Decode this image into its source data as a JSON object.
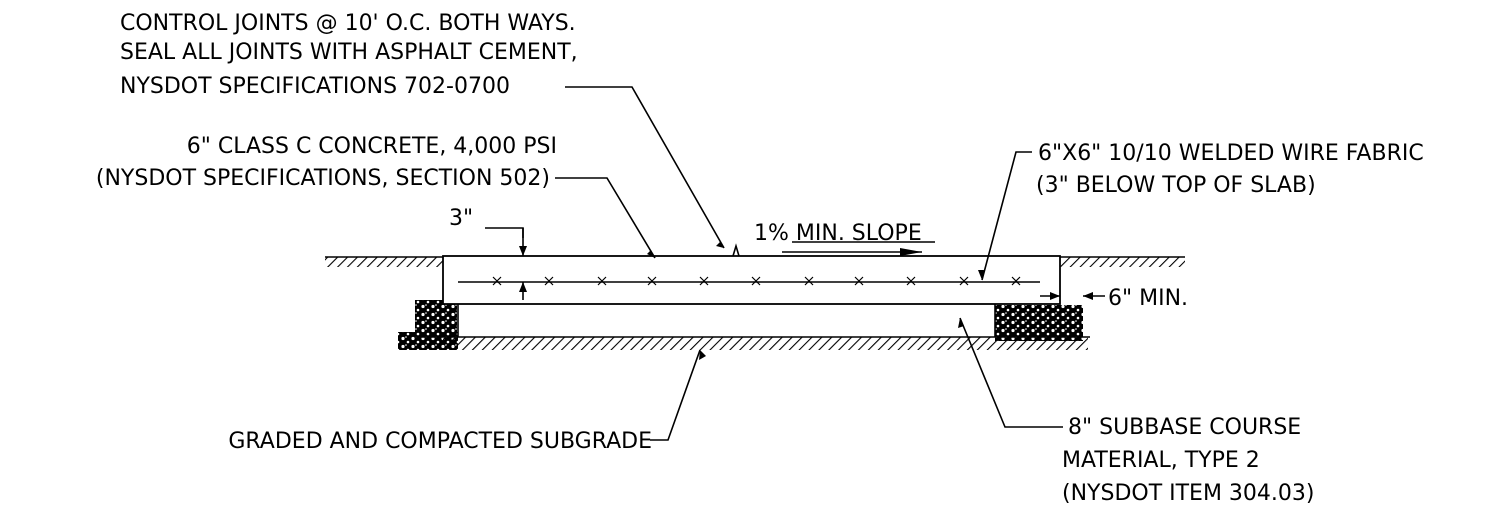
{
  "notes": {
    "control_joints": [
      "CONTROL JOINTS @ 10' O.C. BOTH WAYS.",
      "SEAL ALL JOINTS WITH ASPHALT CEMENT,",
      "NYSDOT SPECIFICATIONS 702-0700"
    ],
    "concrete": [
      "6\" CLASS C CONCRETE, 4,000 PSI",
      "(NYSDOT SPECIFICATIONS, SECTION 502)"
    ],
    "wire_fabric": [
      "6\"X6\" 10/10 WELDED WIRE FABRIC",
      "(3\" BELOW TOP OF SLAB)"
    ],
    "slope": "1% MIN. SLOPE",
    "top_cover": "3\"",
    "edge_min": "6\" MIN.",
    "subgrade": "GRADED AND COMPACTED SUBGRADE",
    "subbase": [
      "8\" SUBBASE COURSE",
      "MATERIAL, TYPE 2",
      "(NYSDOT ITEM 304.03)"
    ]
  },
  "colors": {
    "ink": "#000000",
    "background": "#ffffff"
  }
}
